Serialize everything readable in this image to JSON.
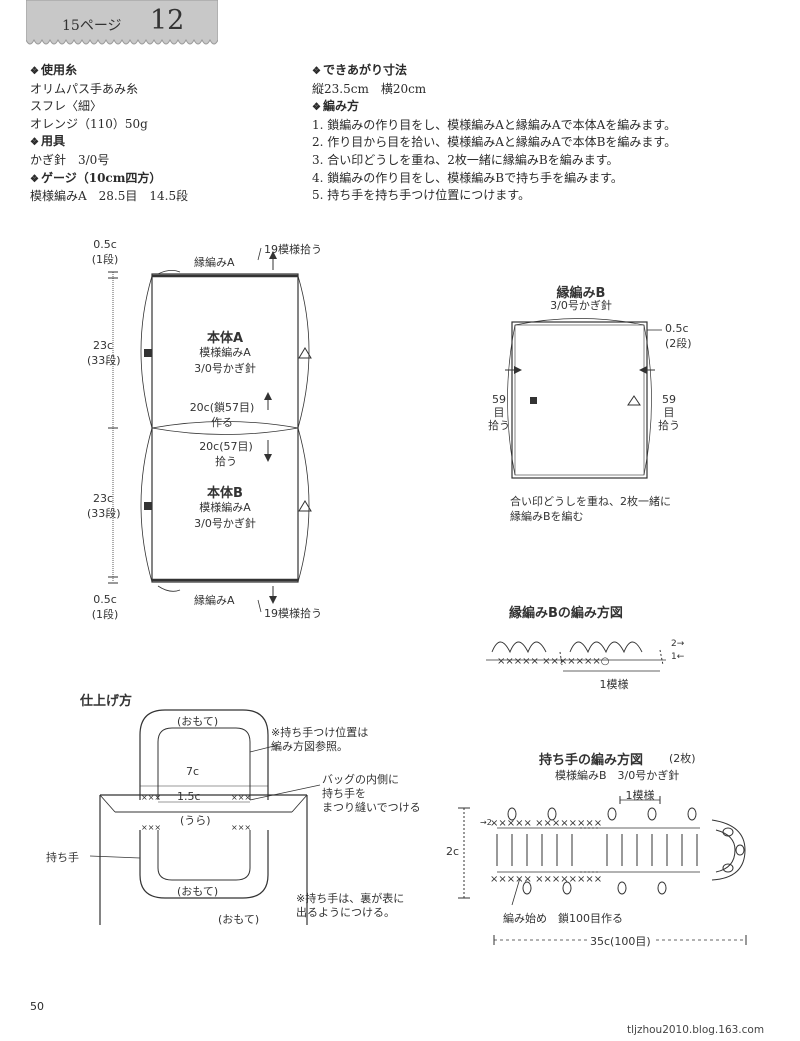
{
  "header": {
    "page_ref": "15ページ",
    "page_number": "12"
  },
  "materials": {
    "yarn_heading": "使用糸",
    "yarn_lines": [
      "オリムパス手あみ糸",
      "スフレ〈細〉",
      "オレンジ（110）50g"
    ],
    "tools_heading": "用具",
    "tools_lines": [
      "かぎ針　3/0号"
    ],
    "gauge_heading": "ゲージ（10cm四方）",
    "gauge_lines": [
      "模様編みA　28.5目　14.5段"
    ]
  },
  "finish": {
    "size_heading": "できあがり寸法",
    "size_line": "縦23.5cm　横20cm",
    "method_heading": "編み方",
    "steps": [
      "1. 鎖編みの作り目をし、模様編みAと縁編みAで本体Aを編みます。",
      "2. 作り目から目を拾い、模様編みAと縁編みAで本体Bを編みます。",
      "3. 合い印どうしを重ね、2枚一緒に縁編みBを編みます。",
      "4. 鎖編みの作り目をし、模様編みBで持ち手を編みます。",
      "5. 持ち手を持ち手つけ位置につけます。"
    ]
  },
  "main_diagram": {
    "top_edge": "0.5c\n(1段)",
    "side_a": "23c\n(33段)",
    "side_b": "23c\n(33段)",
    "bottom_edge": "0.5c\n(1段)",
    "edge_a_top": "縁編みA",
    "edge_a_bottom": "縁編みA",
    "pick_top": "19模様拾う",
    "pick_bottom": "19模様拾う",
    "body_a_title": "本体A",
    "body_a_pattern": "模様編みA",
    "body_a_hook": "3/0号かぎ針",
    "chain_start": "20c(鎖57目)",
    "chain_make": "作る",
    "pick_width": "20c(57目)",
    "pick_label": "拾う",
    "body_b_title": "本体B",
    "body_b_pattern": "模様編みA",
    "body_b_hook": "3/0号かぎ針"
  },
  "edge_b_diagram": {
    "title": "縁編みB",
    "hook": "3/0号かぎ針",
    "right_dim": "0.5c\n(2段)",
    "left_pick": "59\n目\n拾う",
    "right_pick": "59\n目\n拾う",
    "note": "合い印どうしを重ね、2枚一緒に\n縁編みBを編む"
  },
  "edge_b_chart": {
    "title": "縁編みBの編み方図",
    "one_repeat": "1模様",
    "row_2": "2→",
    "row_1": "1←"
  },
  "finishing": {
    "title": "仕上げ方",
    "front_top": "(おもて)",
    "width_7c": "7c",
    "inside_note": "※持ち手つけ位置は\n編み方図参照。",
    "gap_15c": "1.5c",
    "attach_note": "バッグの内側に\n持ち手を\nまつり縫いでつける",
    "back": "(うら)",
    "handle_label": "持ち手",
    "front_mid": "(おもて)",
    "front_bottom": "(おもて)",
    "show_note": "※持ち手は、裏が表に\n出るようにつける。"
  },
  "handle_chart": {
    "title": "持ち手の編み方図",
    "count": "(2枚)",
    "pattern": "模様編みB　3/0号かぎ針",
    "one_repeat": "1模様",
    "height": "2c",
    "row_label": "→2",
    "start_note": "編み始め　鎖100目作る",
    "length": "35c(100目)"
  },
  "footer": {
    "page_number": "50",
    "watermark": "tljzhou2010.blog.163.com"
  },
  "colors": {
    "ink": "#2b2b2b",
    "tab_fill": "#c8c8c8"
  }
}
